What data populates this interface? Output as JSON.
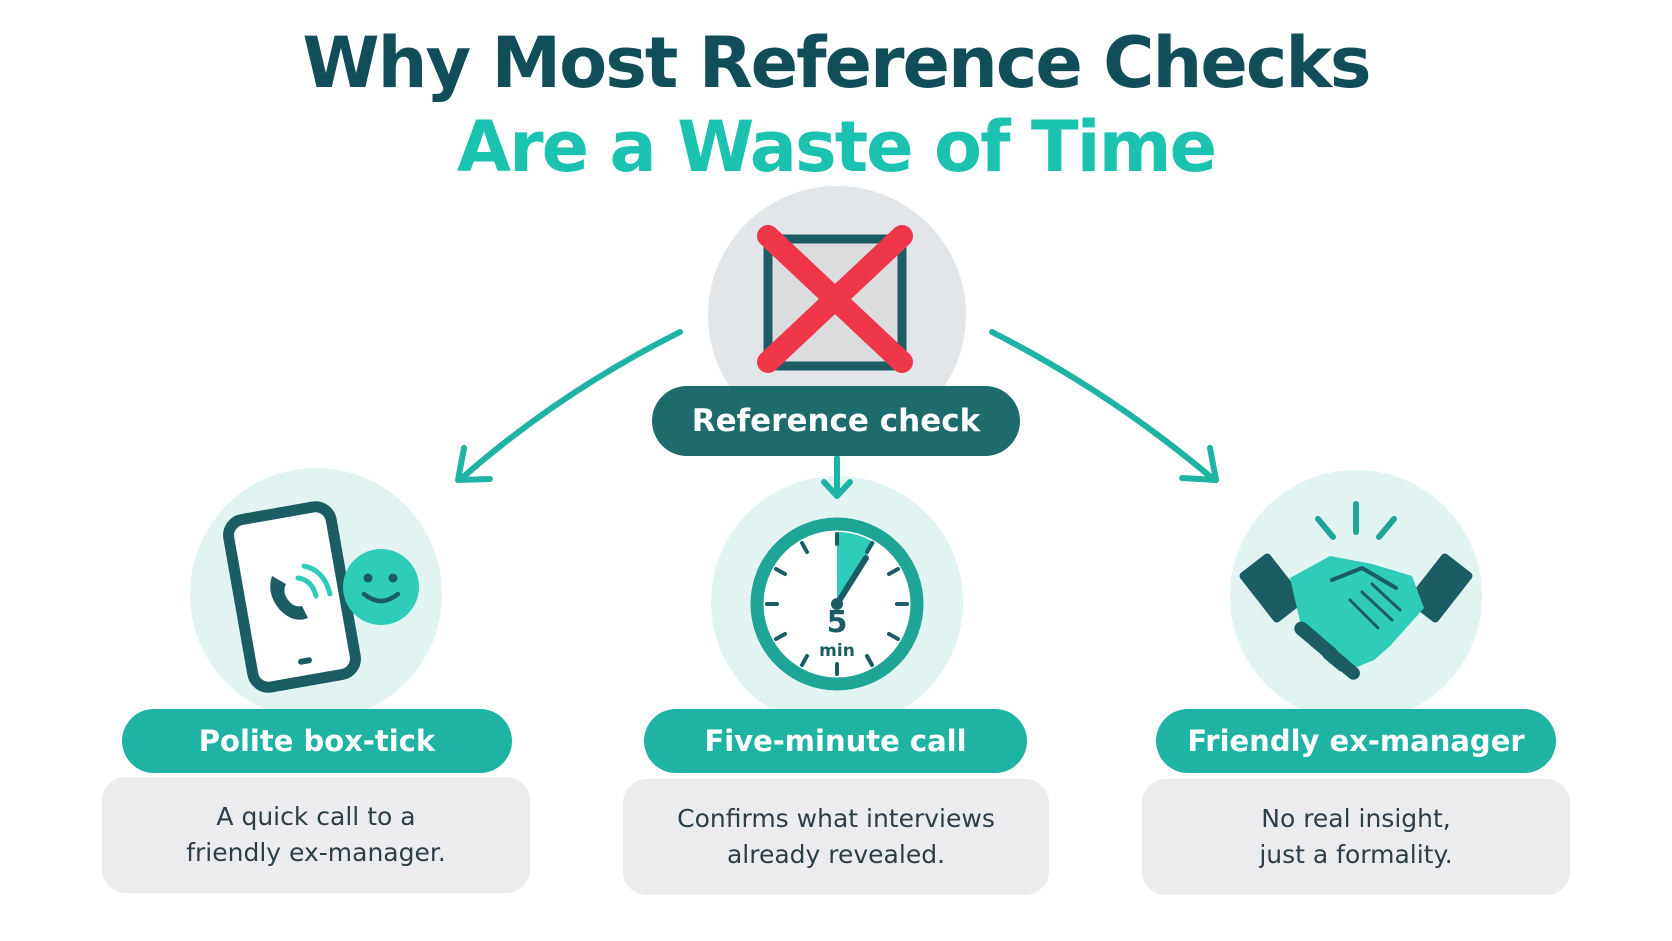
{
  "title_line1": "Why Most Reference Checks",
  "title_line2": "Are a Waste of Time",
  "hub": {
    "label": "Reference check",
    "icon": "crossed-out-checkbox-icon"
  },
  "timer_number": "5",
  "timer_unit": "min",
  "items": [
    {
      "label": "Polite box-tick",
      "text_line1": "A quick call to a",
      "text_line2": "friendly ex-manager.",
      "icon": "phone-smiley-icon"
    },
    {
      "label": "Five-minute call",
      "text_line1": "Confirms what interviews",
      "text_line2": "already revealed.",
      "icon": "stopwatch-icon"
    },
    {
      "label": "Friendly ex-manager",
      "text_line1": "No real insight,",
      "text_line2": "just a formality.",
      "icon": "handshake-icon"
    }
  ],
  "colors": {
    "title_dark": "#124e5a",
    "title_teal": "#1cc2b0",
    "hub_pill": "#1d6b6b",
    "item_pill": "#1fb3a3",
    "icon_dark": "#1b5d63",
    "accent_teal": "#2fcdb9",
    "cross_red": "#f0374a",
    "text_box": "#ececee"
  }
}
